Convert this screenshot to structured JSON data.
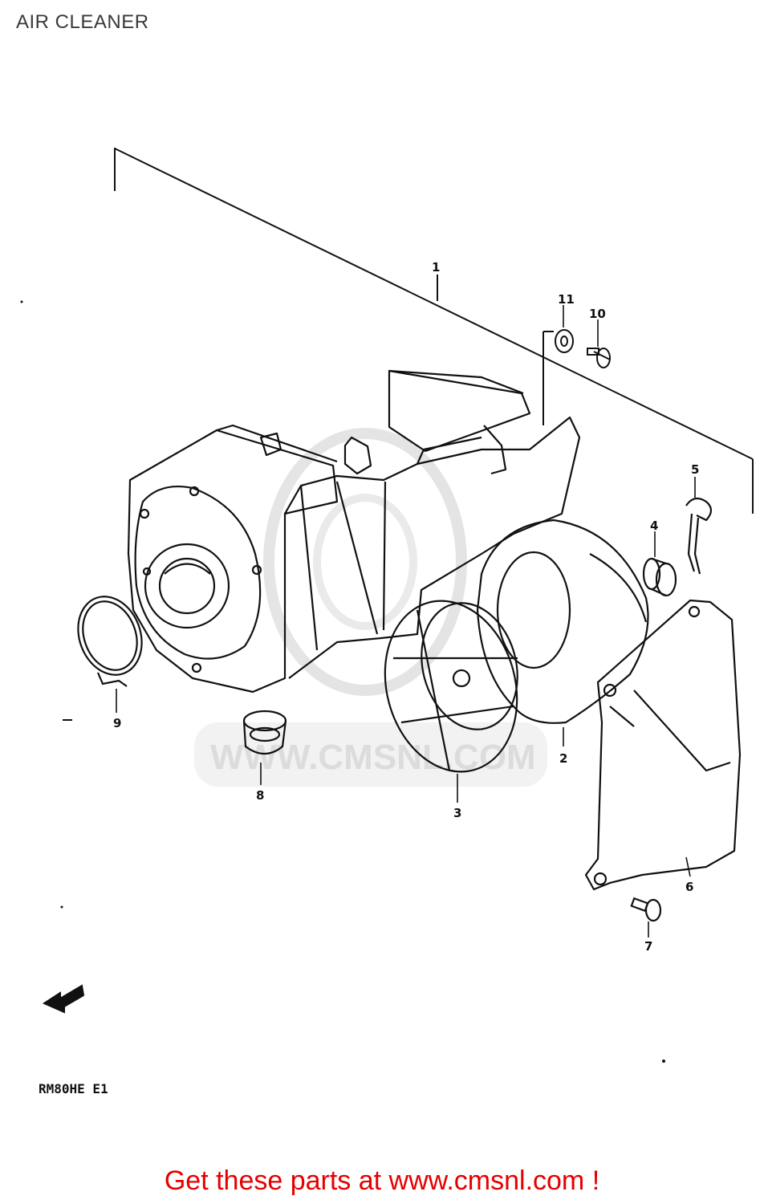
{
  "header": {
    "title": "AIR CLEANER"
  },
  "diagram": {
    "model_code": "RM80HE E1",
    "watermark": "WWW.CMSNL.COM",
    "callouts": [
      "1",
      "2",
      "3",
      "4",
      "5",
      "6",
      "7",
      "8",
      "9",
      "10",
      "11"
    ],
    "colors": {
      "line": "#111111",
      "watermark": "#d9d9d9"
    }
  },
  "footer": {
    "link_text": "Get these parts at www.cmsnl.com !",
    "color": "#e60000"
  }
}
